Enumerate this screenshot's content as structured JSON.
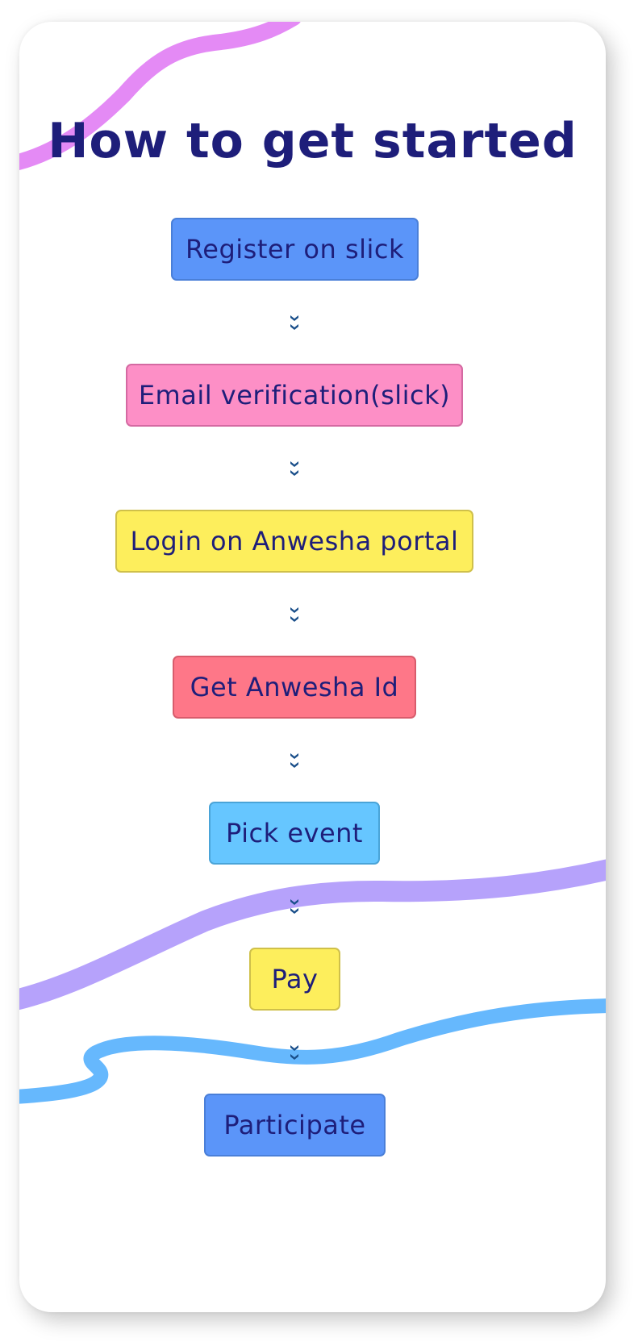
{
  "title": "How to get started",
  "steps": [
    {
      "label": "Register on slick",
      "color": "#5b95f9"
    },
    {
      "label": "Email verification(slick)",
      "color": "#fd8fc6"
    },
    {
      "label": "Login on Anwesha portal",
      "color": "#fdee5c"
    },
    {
      "label": "Get Anwesha Id",
      "color": "#fe7788"
    },
    {
      "label": "Pick event",
      "color": "#66c6ff"
    },
    {
      "label": "Pay",
      "color": "#fdee5c"
    },
    {
      "label": "Participate",
      "color": "#5b95f9"
    }
  ],
  "colors": {
    "title_text": "#1e1e7a",
    "arrow": "#1a4f8a",
    "squiggle_top": "#e48af5",
    "squiggle_middle": "#b6a2fb",
    "squiggle_bottom": "#66b8fd"
  },
  "icons": {
    "connector": "double-chevron-down-icon"
  }
}
